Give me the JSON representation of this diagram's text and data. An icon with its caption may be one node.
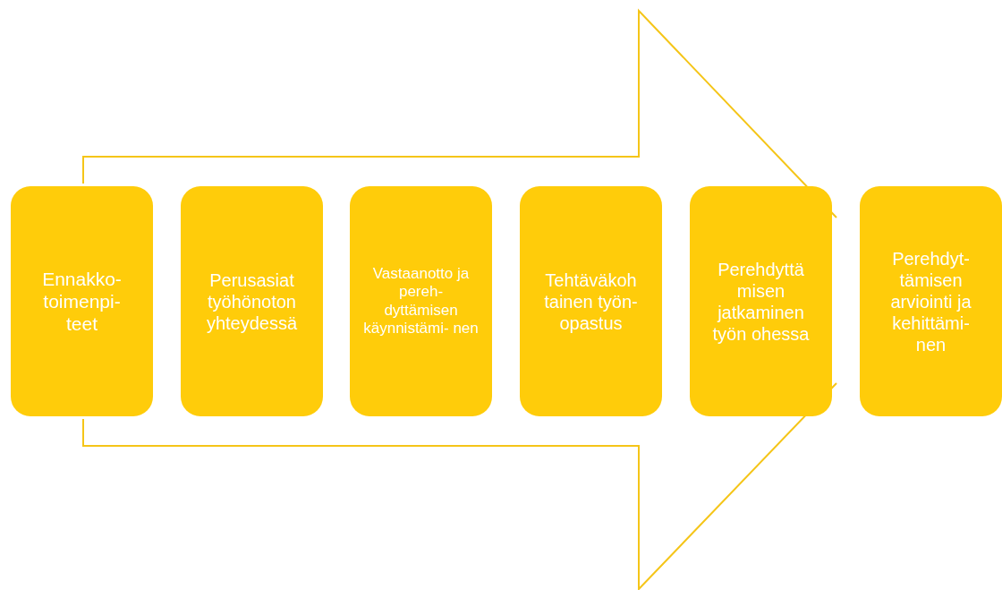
{
  "diagram": {
    "nodes": [
      {
        "text": [
          "Ennakko- toimenpi- teet"
        ]
      },
      {
        "text": [
          "Perusasiat työhönoton yhteydessä"
        ]
      },
      {
        "text": [
          "Vastaanotto ja pereh- dyttämisen käynnistämi- nen"
        ]
      },
      {
        "text": [
          "Tehtäväkoh tainen työn- opastus"
        ]
      },
      {
        "text": [
          "Perehdyttä misen jatkaminen työn ohessa"
        ]
      },
      {
        "text": [
          "Perehdyt- tämisen arviointi ja kehittämi- nen"
        ]
      }
    ],
    "edges": []
  }
}
